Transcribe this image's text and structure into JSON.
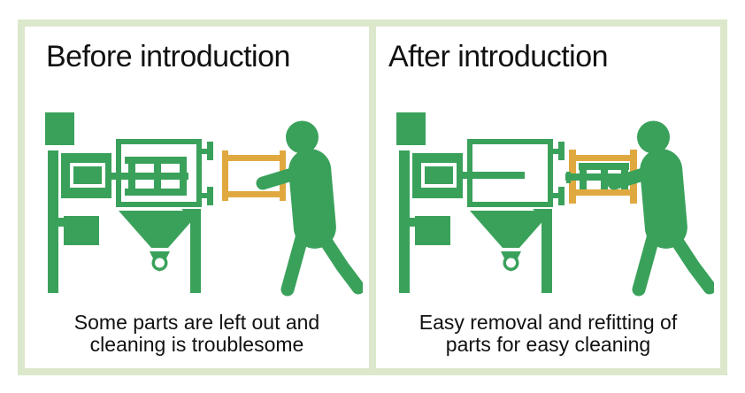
{
  "colors": {
    "green": "#3aa15b",
    "yellow": "#e0a940",
    "frame_green": "#dce8cc",
    "text": "#111111",
    "background": "#ffffff"
  },
  "panels": {
    "before": {
      "title": "Before introduction",
      "caption_line1": "Some parts are left out and",
      "caption_line2": "cleaning is troublesome",
      "illustration": "worker-carrying-empty-frame-beside-machine-with-parts-fixed-inside"
    },
    "after": {
      "title": "After introduction",
      "caption_line1": "Easy removal and refitting of",
      "caption_line2": "parts for easy cleaning",
      "illustration": "worker-holding-frame-with-removed-parts-next-to-empty-machine"
    }
  }
}
